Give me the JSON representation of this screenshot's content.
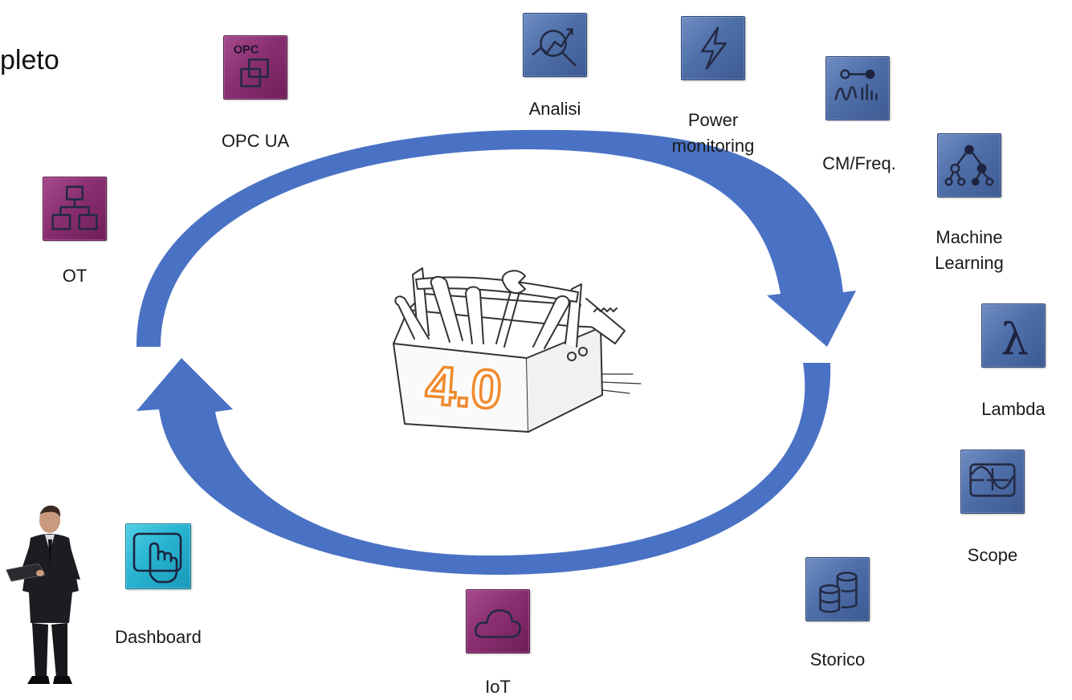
{
  "title_fragment": "pleto",
  "center_badge": "4.0",
  "colors": {
    "arrow": "#4a72c4",
    "badge": "#f08a2c",
    "tile_blue": "#4f6fa9",
    "tile_purple": "#8a2f72",
    "tile_cyan": "#28b4d0"
  },
  "modules": {
    "opc": {
      "label": "OPC UA",
      "tag": "OPC",
      "icon": "opc-windows-icon"
    },
    "ot": {
      "label": "OT",
      "icon": "network-hierarchy-icon"
    },
    "analisi": {
      "label": "Analisi",
      "icon": "magnifier-trend-icon"
    },
    "power": {
      "label_line1": "Power",
      "label_line2": "monitoring",
      "icon": "lightning-icon"
    },
    "cm": {
      "label": "CM/Freq.",
      "icon": "waveform-spectrum-icon"
    },
    "ml": {
      "label_line1": "Machine",
      "label_line2": "Learning",
      "icon": "node-tree-icon"
    },
    "lambda": {
      "label": "Lambda",
      "symbol": "λ",
      "icon": "lambda-icon"
    },
    "scope": {
      "label": "Scope",
      "icon": "oscilloscope-icon"
    },
    "storico": {
      "label": "Storico",
      "icon": "database-cylinders-icon"
    },
    "iot": {
      "label": "IoT",
      "icon": "cloud-icon"
    },
    "dashboard": {
      "label": "Dashboard",
      "icon": "touch-hand-icon"
    }
  }
}
